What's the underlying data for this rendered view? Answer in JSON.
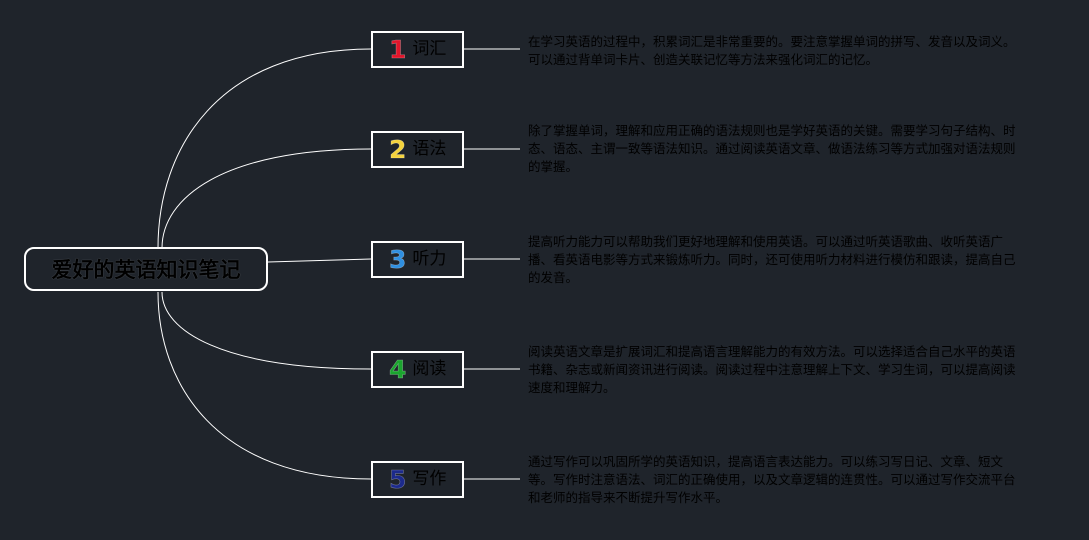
{
  "root": {
    "title": "爱好的英语知识笔记"
  },
  "branches": [
    {
      "number": "1",
      "number_color": "#e0162b",
      "label": "词汇",
      "description": "在学习英语的过程中，积累词汇是非常重要的。要注意掌握单词的拼写、发音以及词义。可以通过背单词卡片、创造关联记忆等方法来强化词汇的记忆。"
    },
    {
      "number": "2",
      "number_color": "#f5d33d",
      "label": "语法",
      "description": "除了掌握单词，理解和应用正确的语法规则也是学好英语的关键。需要学习句子结构、时态、语态、主谓一致等语法知识。通过阅读英语文章、做语法练习等方式加强对语法规则的掌握。"
    },
    {
      "number": "3",
      "number_color": "#2f8fe0",
      "label": "听力",
      "description": "提高听力能力可以帮助我们更好地理解和使用英语。可以通过听英语歌曲、收听英语广播、看英语电影等方式来锻炼听力。同时，还可使用听力材料进行模仿和跟读，提高自己的发音。"
    },
    {
      "number": "4",
      "number_color": "#1aa52e",
      "label": "阅读",
      "description": "阅读英语文章是扩展词汇和提高语言理解能力的有效方法。可以选择适合自己水平的英语书籍、杂志或新闻资讯进行阅读。阅读过程中注意理解上下文、学习生词，可以提高阅读速度和理解力。"
    },
    {
      "number": "5",
      "number_color": "#1c2a8c",
      "label": "写作",
      "description": "通过写作可以巩固所学的英语知识，提高语言表达能力。可以练习写日记、文章、短文等。写作时注意语法、词汇的正确使用，以及文章逻辑的连贯性。可以通过写作交流平台和老师的指导来不断提升写作水平。"
    }
  ],
  "colors": {
    "background": "#1f242b",
    "lines": "#ffffff",
    "node_border": "#ffffff"
  }
}
